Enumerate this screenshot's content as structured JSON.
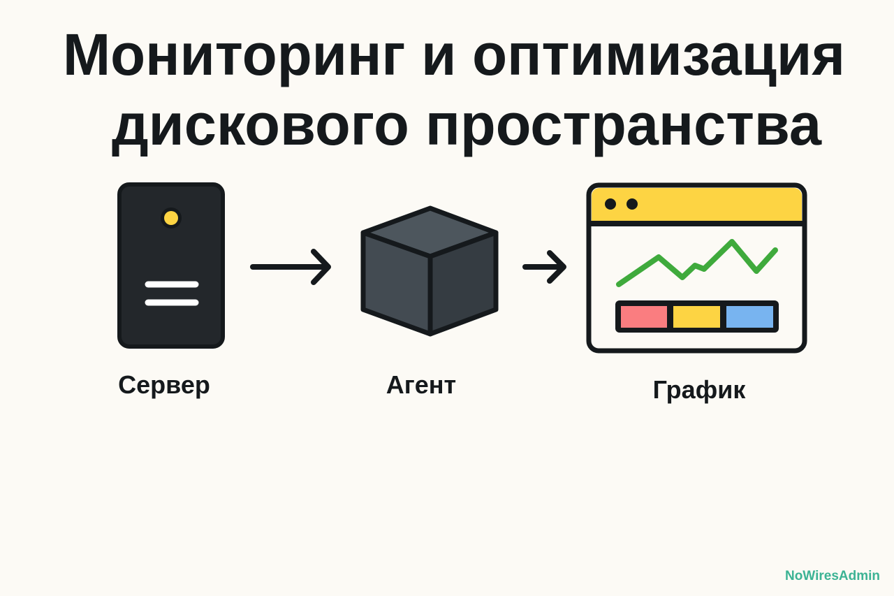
{
  "title": {
    "line1": "Мониторинг и оптимизация",
    "line2": "дискового пространства"
  },
  "nodes": [
    {
      "label": "Сервер",
      "icon": "server-icon"
    },
    {
      "label": "Агент",
      "icon": "cube-icon"
    },
    {
      "label": "График",
      "icon": "dashboard-chart-icon"
    }
  ],
  "watermark": "NoWiresAdmin",
  "colors": {
    "background": "#fcfaf5",
    "dark": "#1e2124",
    "yellow": "#fdd443",
    "green": "#3faa3c",
    "red": "#fa7d80",
    "blue": "#78b4f0",
    "watermark": "#3cb394"
  }
}
